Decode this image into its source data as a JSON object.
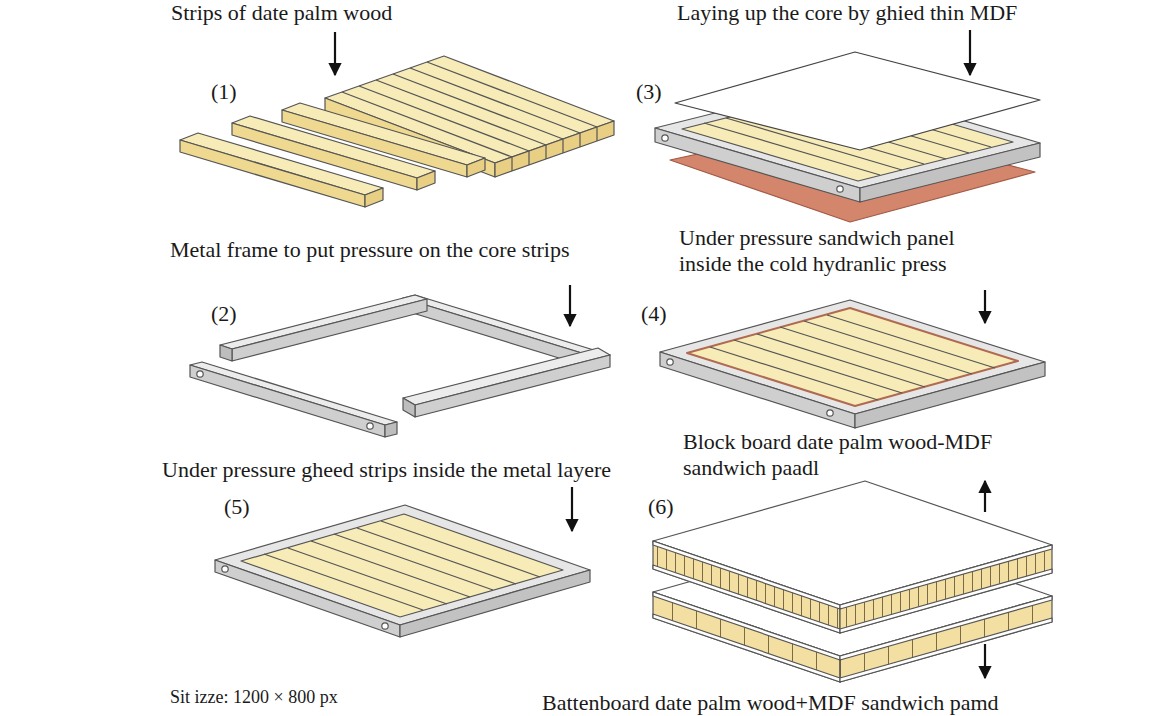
{
  "diagram": {
    "labels": [
      "Strips of date palm wood",
      "(1)",
      "Laying up the core by ghied thin MDF",
      "(3)",
      "Metal frame to put pressure on the core strips",
      "(2)",
      "Under pressure sandwich panel inside the cold hydranlic press",
      "(4)",
      "Under pressure gheed strips inside the metal layere",
      "(5)",
      "Block board date palm wood-MDF sandwich paadl",
      "(6)",
      "Sit izze: 1200 × 800 px",
      "Battenboard date palm wood+MDF sandwich pamd"
    ]
  }
}
